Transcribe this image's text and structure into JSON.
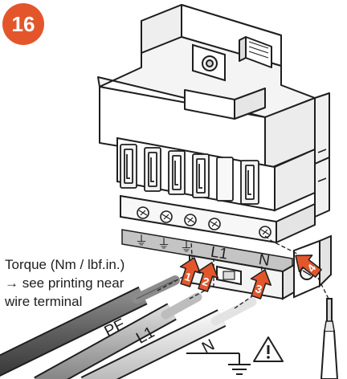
{
  "step": {
    "number": "16"
  },
  "terminal_strip": {
    "markings": [
      "⏚",
      "⏚",
      "⏚",
      "L1",
      "N"
    ]
  },
  "torque_note": {
    "line1": "Torque (Nm / lbf.in.)",
    "line2": "→ see printing near",
    "line3": "wire terminal"
  },
  "wires": [
    {
      "label": "PE",
      "color": "#6b6b6b"
    },
    {
      "label": "L1",
      "color": "#a9a9a9"
    },
    {
      "label": "N",
      "color": "#d3d3d3"
    }
  ],
  "steps": [
    {
      "number": "1"
    },
    {
      "number": "2"
    },
    {
      "number": "3"
    },
    {
      "number": "4"
    }
  ],
  "colors": {
    "accent": "#e3562b",
    "device_outline": "#1e1e1e",
    "terminal_strip": "#c4c4c4"
  },
  "icons": [
    "ground-symbol-icon",
    "warning-triangle-icon",
    "screwdriver-icon",
    "arrow-up-icon"
  ]
}
